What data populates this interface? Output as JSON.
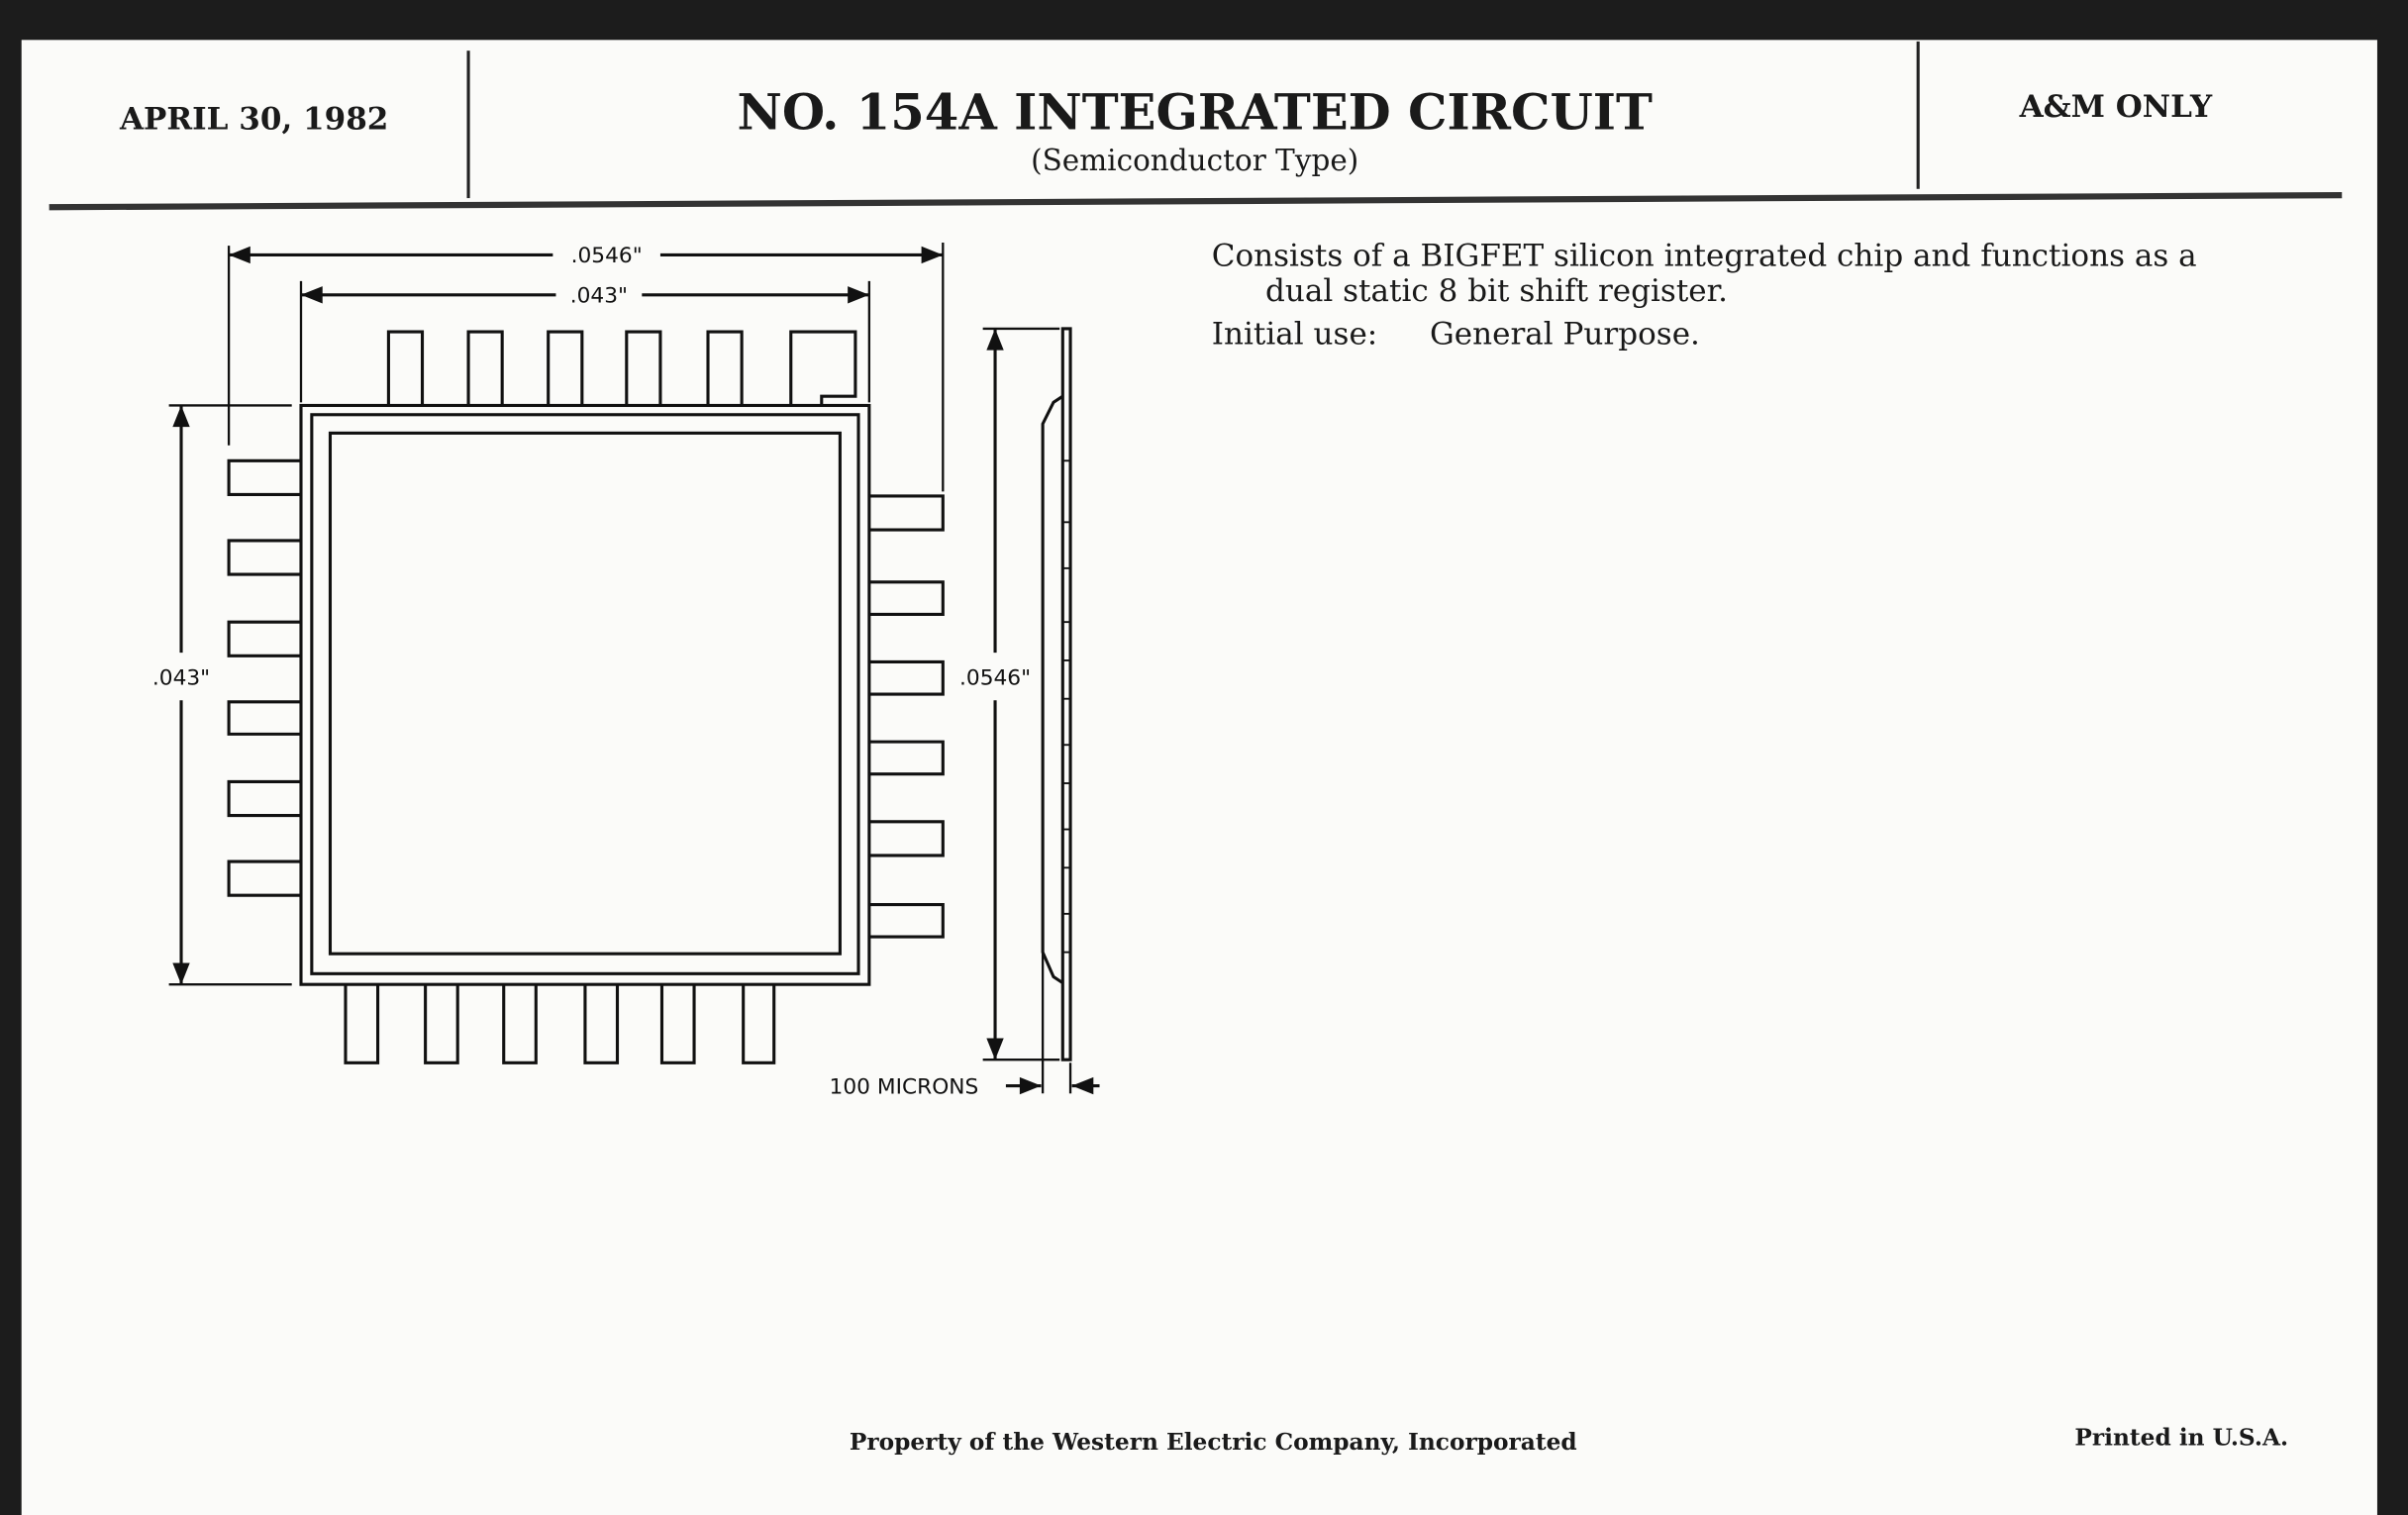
{
  "header": {
    "date": "APRIL 30, 1982",
    "title": "NO. 154A INTEGRATED CIRCUIT",
    "subtitle": "(Semiconductor Type)",
    "restriction": "A&M ONLY"
  },
  "description": {
    "line1": "Consists of a BIGFET silicon integrated chip and functions as a",
    "line2": "dual static 8 bit shift register.",
    "initial_use_label": "Initial use:",
    "initial_use_value": "General Purpose."
  },
  "drawing": {
    "top_outer_dim": ".0546\"",
    "top_inner_dim": ".043\"",
    "left_dim": ".043\"",
    "right_dim": ".0546\"",
    "thickness_label": "100 MICRONS"
  },
  "footer": {
    "property": "Property of the Western Electric Company, Incorporated",
    "printed": "Printed in U.S.A."
  }
}
